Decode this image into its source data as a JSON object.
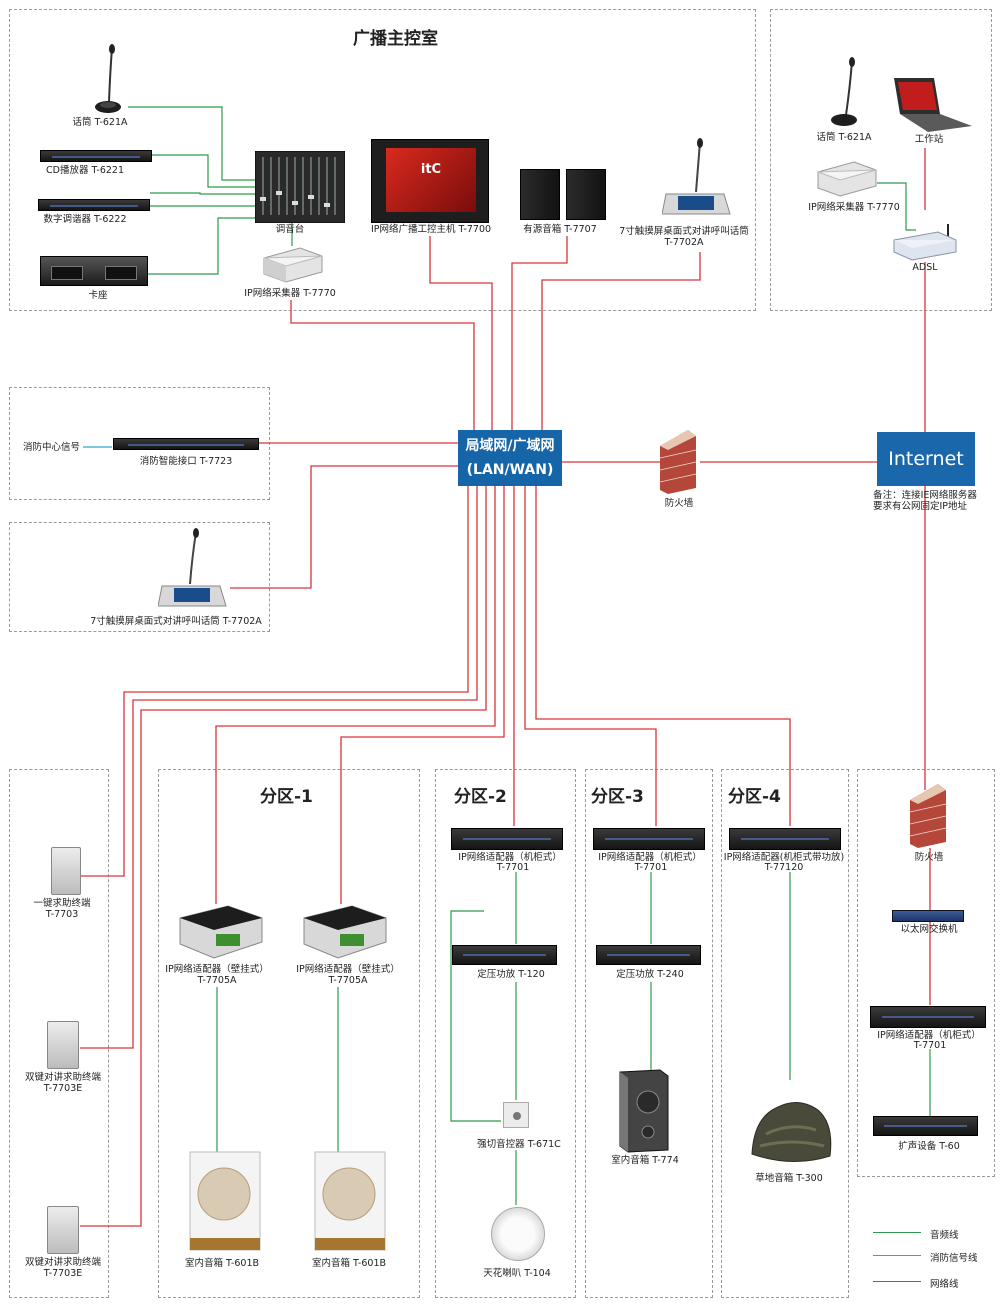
{
  "control_room": {
    "title": "广播主控室"
  },
  "zones": {
    "z1": {
      "title": "分区-1"
    },
    "z2": {
      "title": "分区-2"
    },
    "z3": {
      "title": "分区-3"
    },
    "z4": {
      "title": "分区-4"
    }
  },
  "hub": {
    "line1": "局域网/广域网",
    "line2": "(LAN/WAN)"
  },
  "internet": {
    "label": "Internet",
    "note_line1": "备注：连接IE网络服务器",
    "note_line2": "要求有公网固定IP地址"
  },
  "devices": {
    "mic": "话筒 T-621A",
    "cd": "CD播放器 T-6221",
    "tuner": "数字调谐器 T-6222",
    "cassette": "卡座",
    "mixer": "调音台",
    "collector": "IP网络采集器 T-7770",
    "host": "IP网络广播工控主机 T-7700",
    "host_screen_brand": "itC",
    "active_speaker": "有源音箱 T-7707",
    "intercom_top_1": "7寸触摸屏桌面式对讲呼叫话筒",
    "intercom_top_2": "T-7702A",
    "remote_mic": "话筒 T-621A",
    "remote_collector": "IP网络采集器 T-7770",
    "workstation": "工作站",
    "adsl": "ADSL",
    "fire_signal": "消防中心信号",
    "fire_interface": "消防智能接口 T-7723",
    "intercom_mid": "7寸触摸屏桌面式对讲呼叫话筒  T-7702A",
    "firewall": "防火墙",
    "term1_name": "一键求助终端",
    "term1_model": "T-7703",
    "term2_name": "双键对讲求助终端",
    "term2_model": "T-7703E",
    "term3_name": "双键对讲求助终端",
    "term3_model": "T-7703E",
    "z1_adapter_a_1": "IP网络适配器（壁挂式）",
    "z1_adapter_a_2": "T-7705A",
    "z1_adapter_b_1": "IP网络适配器（壁挂式）",
    "z1_adapter_b_2": "T-7705A",
    "z1_speaker_a": "室内音箱 T-601B",
    "z1_speaker_b": "室内音箱 T-601B",
    "z2_adapter_1": "IP网络适配器（机柜式）",
    "z2_adapter_2": "T-7701",
    "z2_amp": "定压功放 T-120",
    "z2_volume": "强切音控器 T-671C",
    "z2_ceiling": "天花喇叭 T-104",
    "z3_adapter_1": "IP网络适配器（机柜式）",
    "z3_adapter_2": "T-7701",
    "z3_amp": "定压功放 T-240",
    "z3_speaker": "室内音箱 T-774",
    "z4_adapter_1": "IP网络适配器(机柜式带功放)",
    "z4_adapter_2": "T-77120",
    "z4_lawn": "草地音箱 T-300",
    "r_firewall": "防火墙",
    "r_switch": "以太网交换机",
    "r_adapter_1": "IP网络适配器（机柜式）",
    "r_adapter_2": "T-7701",
    "r_expander": "扩声设备 T-60"
  },
  "legend": {
    "audio": "音频线",
    "fire": "消防信号线",
    "network": "网络线",
    "audio_color": "#2e9a4e",
    "fire_color": "#2aa7d6",
    "network_color": "#d9343a"
  }
}
